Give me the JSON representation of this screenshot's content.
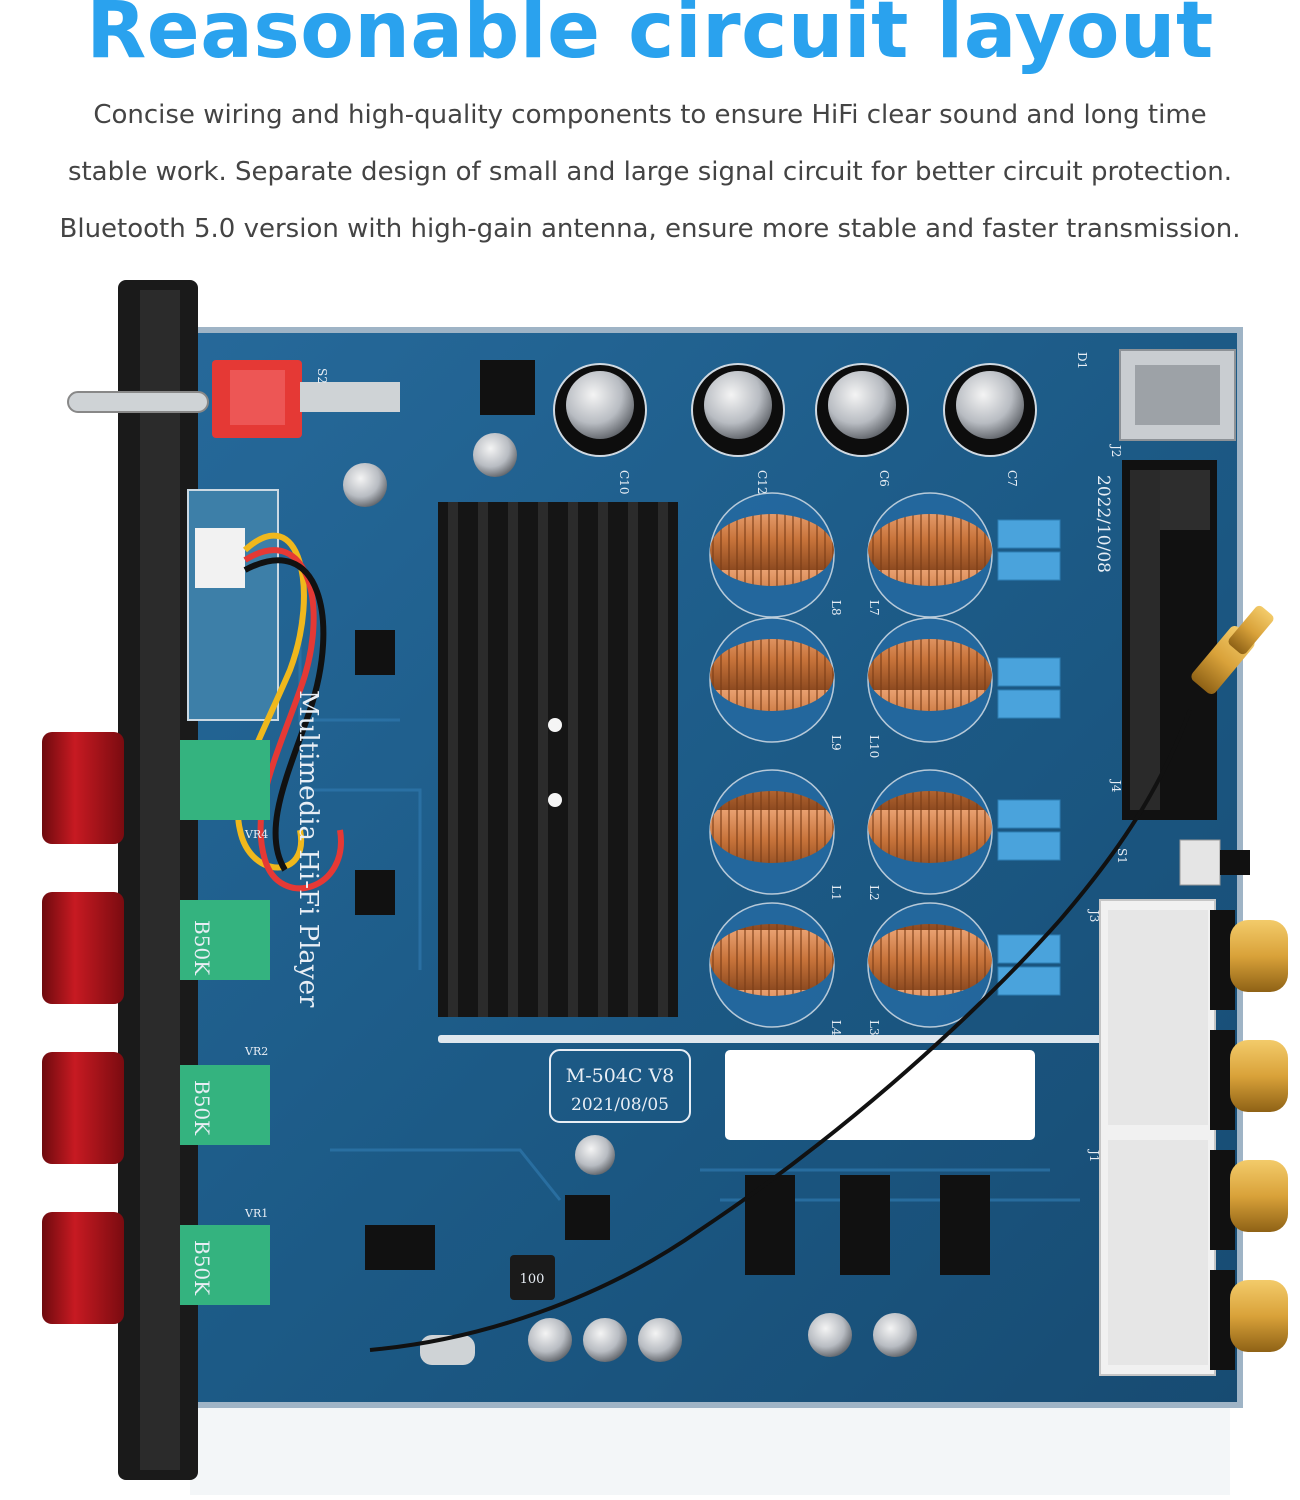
{
  "header": {
    "title": "Reasonable circuit layout",
    "description_lines": [
      "Concise wiring and high-quality components to ensure HiFi clear sound and long time",
      "stable work. Separate design of small and large signal circuit for better circuit protection.",
      "Bluetooth 5.0 version with high-gain antenna, ensure more stable and faster transmission."
    ]
  },
  "board": {
    "model": "M-504C  V8",
    "model_date": "2021/08/05",
    "board_date": "2022/10/08",
    "silkscreen_title": "Multimedia Hi-Fi Player",
    "pot_labels": [
      "B50K",
      "B50K",
      "B50K"
    ],
    "pot_refs": [
      "VR4",
      "VR2",
      "VR1"
    ],
    "inductor_refs": [
      "L8",
      "L7",
      "L9",
      "L10",
      "L1",
      "L2",
      "L4",
      "L3"
    ],
    "capacitor_refs": [
      "C10",
      "C12",
      "C6",
      "C7"
    ],
    "connector_refs": [
      "J2",
      "J4",
      "J3",
      "J1",
      "S1",
      "S2",
      "D1"
    ],
    "crystal_label": "100"
  },
  "colors": {
    "accent": "#2aa2ee",
    "body_text": "#444444",
    "pcb": "#1c5a86",
    "heatsink": "#111111",
    "copper": "#c7733a",
    "knob_red": "#b3141c",
    "rca_gold": "#d9a23a"
  }
}
